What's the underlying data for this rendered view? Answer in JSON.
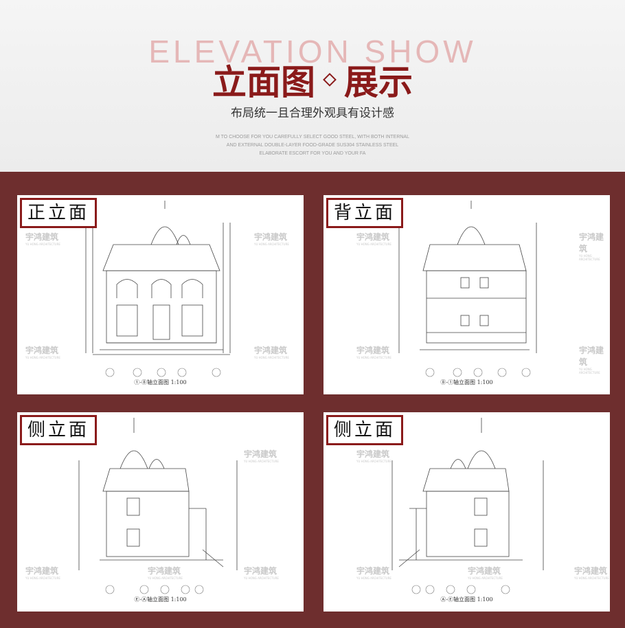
{
  "header": {
    "en_title": "ELEVATION SHOW",
    "cn_title_left": "立面图",
    "cn_title_right": "展示",
    "subtitle": "布局统一且合理外观具有设计感",
    "desc_line1": "M TO CHOOSE FOR YOU CAREFULLY SELECT GOOD STEEL, WITH BOTH INTERNAL",
    "desc_line2": "AND EXTERNAL DOUBLE-LAYER FOOD-GRADE SUS304 STAINLESS STEEL",
    "desc_line3": "ELABORATE ESCORT FOR YOU AND YOUR FA"
  },
  "watermark": {
    "name": "宇鸿建筑",
    "sub": "YU HONG ARCHITECTURE"
  },
  "colors": {
    "accent": "#8a1a1a",
    "panel": "#6e2e2e"
  },
  "panels": [
    {
      "label": "正立面",
      "caption": "①-⑧轴立面图 1:100"
    },
    {
      "label": "背立面",
      "caption": "⑧-①轴立面图 1:100"
    },
    {
      "label": "侧立面",
      "caption": "Ⓔ-Ⓐ轴立面图 1:100"
    },
    {
      "label": "侧立面",
      "caption": "Ⓐ-Ⓔ轴立面图 1:100"
    }
  ]
}
